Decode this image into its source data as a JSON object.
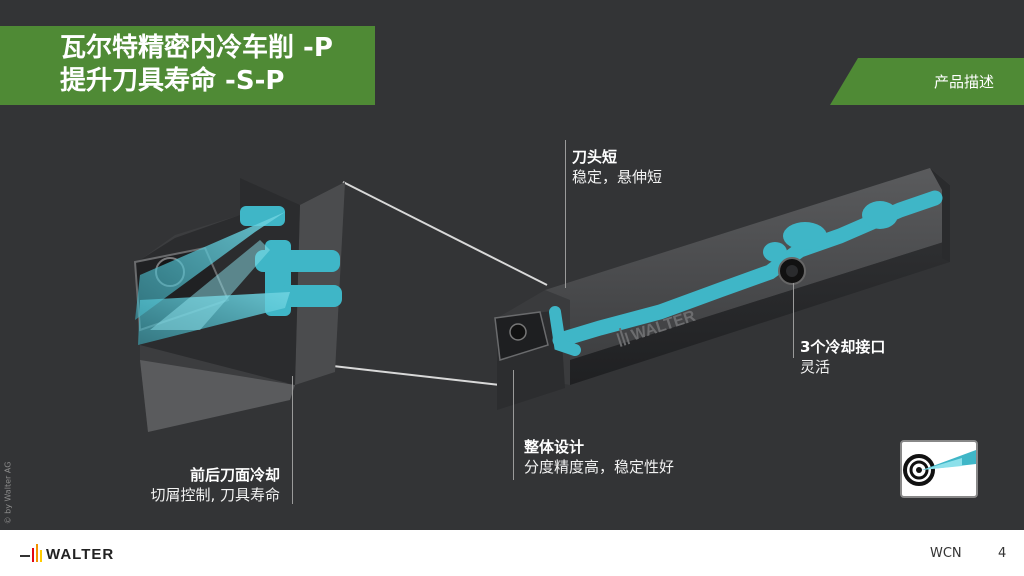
{
  "title": {
    "line1": "瓦尔特精密内冷车削 -P",
    "line2": "提升刀具寿命 -S-P"
  },
  "section_tag": "产品描述",
  "callouts": {
    "tool_head": {
      "heading": "刀头短",
      "sub": "稳定，悬伸短"
    },
    "ports": {
      "heading": "3个冷却接口",
      "sub": "灵活"
    },
    "design": {
      "heading": "整体设计",
      "sub": "分度精度高，稳定性好"
    },
    "coolant": {
      "heading": "前后刀面冷却",
      "sub": "切屑控制, 刀具寿命"
    }
  },
  "body_brand_mark": "WALTER",
  "copyright": "© by Walter AG",
  "footer": {
    "logo_text": "WALTER",
    "code": "WCN",
    "page": "4"
  },
  "colors": {
    "green": "#4f8a35",
    "background": "#333436",
    "coolant": "#3fb6c7",
    "steel": "#4a4b4d"
  }
}
